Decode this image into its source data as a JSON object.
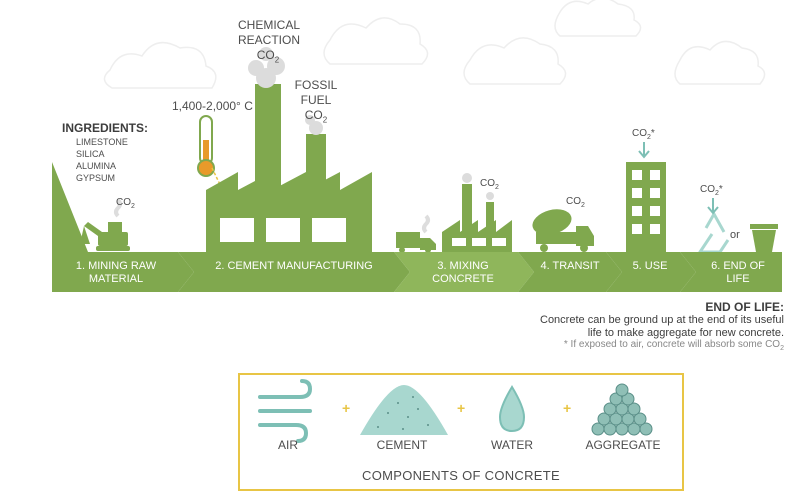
{
  "ingredients": {
    "title": "INGREDIENTS:",
    "items": [
      "LIMESTONE",
      "SILICA",
      "ALUMINA",
      "GYPSUM"
    ]
  },
  "labels": {
    "chemical_reaction": [
      "CHEMICAL",
      "REACTION"
    ],
    "fossil_fuel": [
      "FOSSIL",
      "FUEL"
    ],
    "co2_base": "CO",
    "co2_sub": "2",
    "co2_star": "*",
    "temperature": "1,400-2,000° C",
    "or": "or"
  },
  "stages": [
    {
      "line1": "1. MINING RAW",
      "line2": "MATERIAL"
    },
    {
      "line1": "2. CEMENT MANUFACTURING",
      "line2": ""
    },
    {
      "line1": "3. MIXING",
      "line2": "CONCRETE"
    },
    {
      "line1": "4. TRANSIT",
      "line2": ""
    },
    {
      "line1": "5. USE",
      "line2": ""
    },
    {
      "line1": "6. END OF",
      "line2": "LIFE"
    }
  ],
  "end_of_life": {
    "title": "END OF LIFE:",
    "line1": "Concrete can be ground up at the end of its useful",
    "line2": "life to make aggregate for new concrete.",
    "note": "* If exposed to air, concrete will absorb some CO",
    "note_sub": "2"
  },
  "components": {
    "title": "COMPONENTS OF CONCRETE",
    "items": [
      "AIR",
      "CEMENT",
      "WATER",
      "AGGREGATE"
    ],
    "plus": "+"
  },
  "colors": {
    "green": "#80a84e",
    "light_green": "#8fb65b",
    "teal": "#7dbfb5",
    "yellow": "#e8c545",
    "orange": "#e89a2a"
  }
}
